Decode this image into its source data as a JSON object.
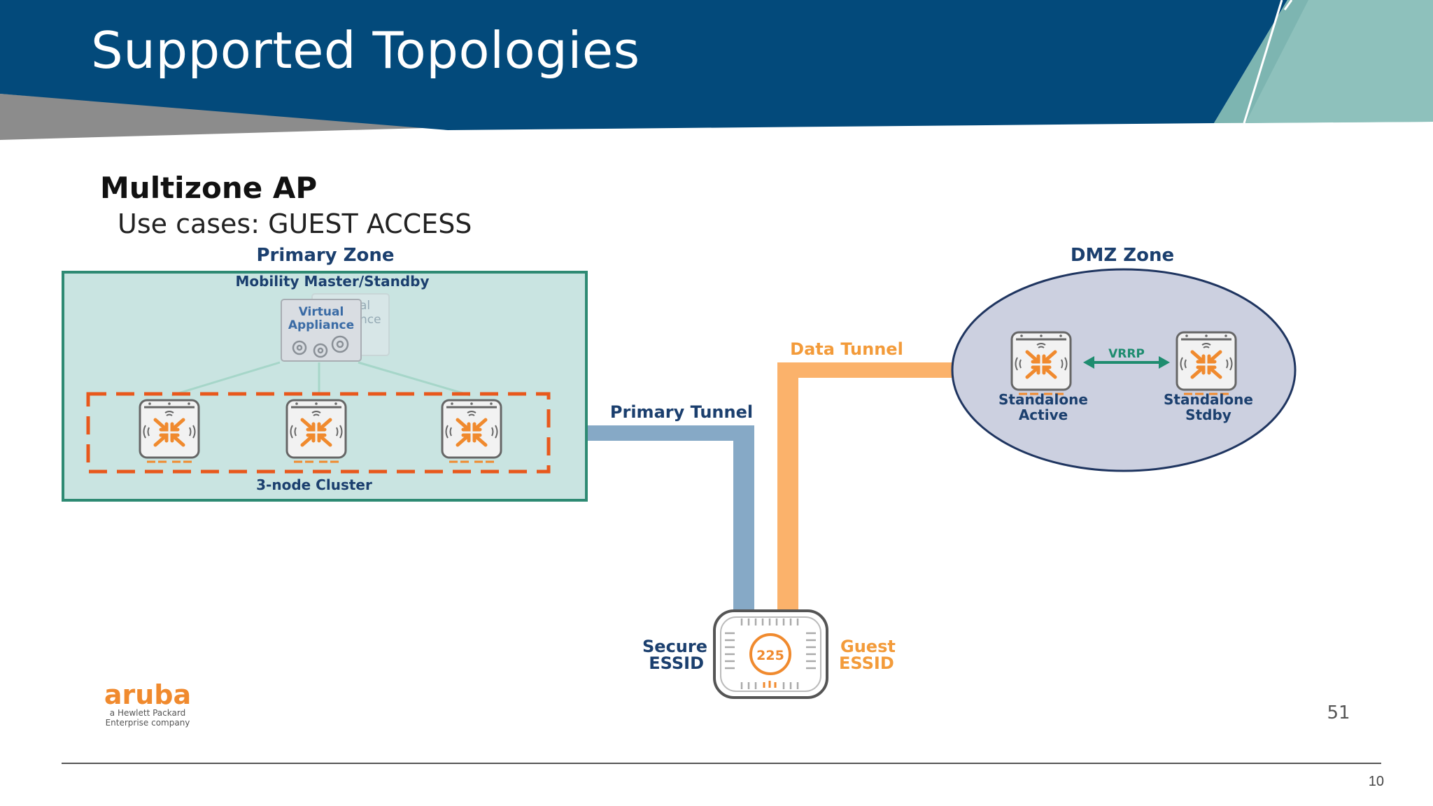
{
  "slide": {
    "title": "Supported Topologies",
    "slide_number": "10"
  },
  "diagram": {
    "heading": "Multizone AP",
    "subheading": "Use cases: GUEST ACCESS",
    "primary_zone": {
      "label": "Primary Zone",
      "mobility_label": "Mobility Master/Standby",
      "virtual_appliance_line1": "Virtual",
      "virtual_appliance_line2": "Appliance",
      "ghost_line1": "al",
      "ghost_line2": "nce",
      "cluster_label": "3-node Cluster"
    },
    "dmz_zone": {
      "label": "DMZ Zone",
      "vrrp_label": "VRRP",
      "active_line1": "Standalone",
      "active_line2": "Active",
      "standby_line1": "Standalone",
      "standby_line2": "Stdby"
    },
    "primary_tunnel_label": "Primary Tunnel",
    "data_tunnel_label": "Data Tunnel",
    "ap": {
      "model": "225",
      "secure_line1": "Secure",
      "secure_line2": "ESSID",
      "guest_line1": "Guest",
      "guest_line2": "ESSID"
    },
    "logo": {
      "wordmark": "aruba",
      "tagline_line1": "a Hewlett Packard",
      "tagline_line2": "Enterprise company"
    },
    "page_ref": "51"
  },
  "colors": {
    "banner_navy": "#034a7b",
    "banner_teal": "#7db5b1",
    "banner_gray": "#8a8a8a",
    "zone_fill": "#c9e4e1",
    "zone_border": "#2e8a73",
    "cluster_dash": "#e8581c",
    "primary_tunnel": "#86a9c6",
    "data_tunnel": "#fbb26b",
    "dmz_fill": "#ccd0e0",
    "dmz_border": "#1f3560",
    "text_navy": "#1b3f6e",
    "text_orange": "#f39b3a",
    "vrrp_green": "#1e8c6f",
    "aruba_orange": "#f08a2e"
  }
}
